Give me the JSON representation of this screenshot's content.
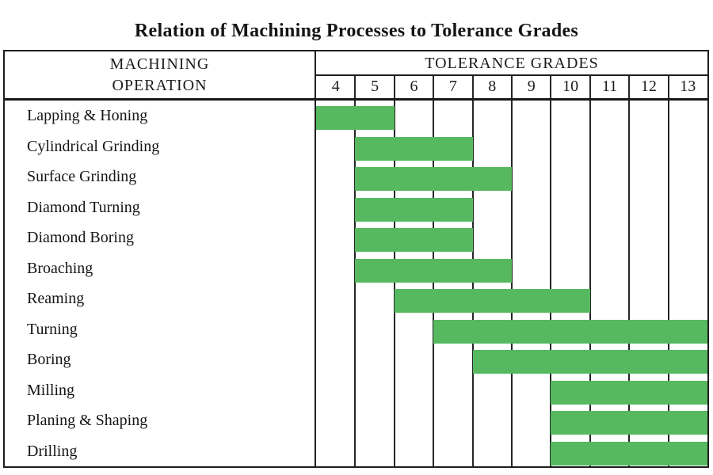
{
  "title": "Relation of Machining Processes to Tolerance Grades",
  "table": {
    "header_left_line1": "MACHINING",
    "header_left_line2": "OPERATION",
    "header_right": "TOLERANCE GRADES"
  },
  "colors": {
    "bar": "#56b95f",
    "line": "#1e1e1e",
    "text": "#161616",
    "background": "#ffffff"
  },
  "chart_data": {
    "type": "bar",
    "orientation": "horizontal-range",
    "title": "Relation of Machining Processes to Tolerance Grades",
    "x_axis_label": "TOLERANCE GRADES",
    "y_axis_label": "MACHINING OPERATION",
    "grades": [
      4,
      5,
      6,
      7,
      8,
      9,
      10,
      11,
      12,
      13
    ],
    "xlim": [
      4,
      13
    ],
    "grid": "vertical-lines-only",
    "legend": "none",
    "rows": [
      {
        "label": "Lapping & Honing",
        "grade_from": 4,
        "grade_to": 5
      },
      {
        "label": "Cylindrical Grinding",
        "grade_from": 5,
        "grade_to": 7
      },
      {
        "label": "Surface Grinding",
        "grade_from": 5,
        "grade_to": 8
      },
      {
        "label": "Diamond Turning",
        "grade_from": 5,
        "grade_to": 7
      },
      {
        "label": "Diamond Boring",
        "grade_from": 5,
        "grade_to": 7
      },
      {
        "label": "Broaching",
        "grade_from": 5,
        "grade_to": 8
      },
      {
        "label": "Reaming",
        "grade_from": 6,
        "grade_to": 10
      },
      {
        "label": "Turning",
        "grade_from": 7,
        "grade_to": 13
      },
      {
        "label": "Boring",
        "grade_from": 8,
        "grade_to": 13
      },
      {
        "label": "Milling",
        "grade_from": 10,
        "grade_to": 13
      },
      {
        "label": "Planing & Shaping",
        "grade_from": 10,
        "grade_to": 13
      },
      {
        "label": "Drilling",
        "grade_from": 10,
        "grade_to": 13
      }
    ]
  }
}
